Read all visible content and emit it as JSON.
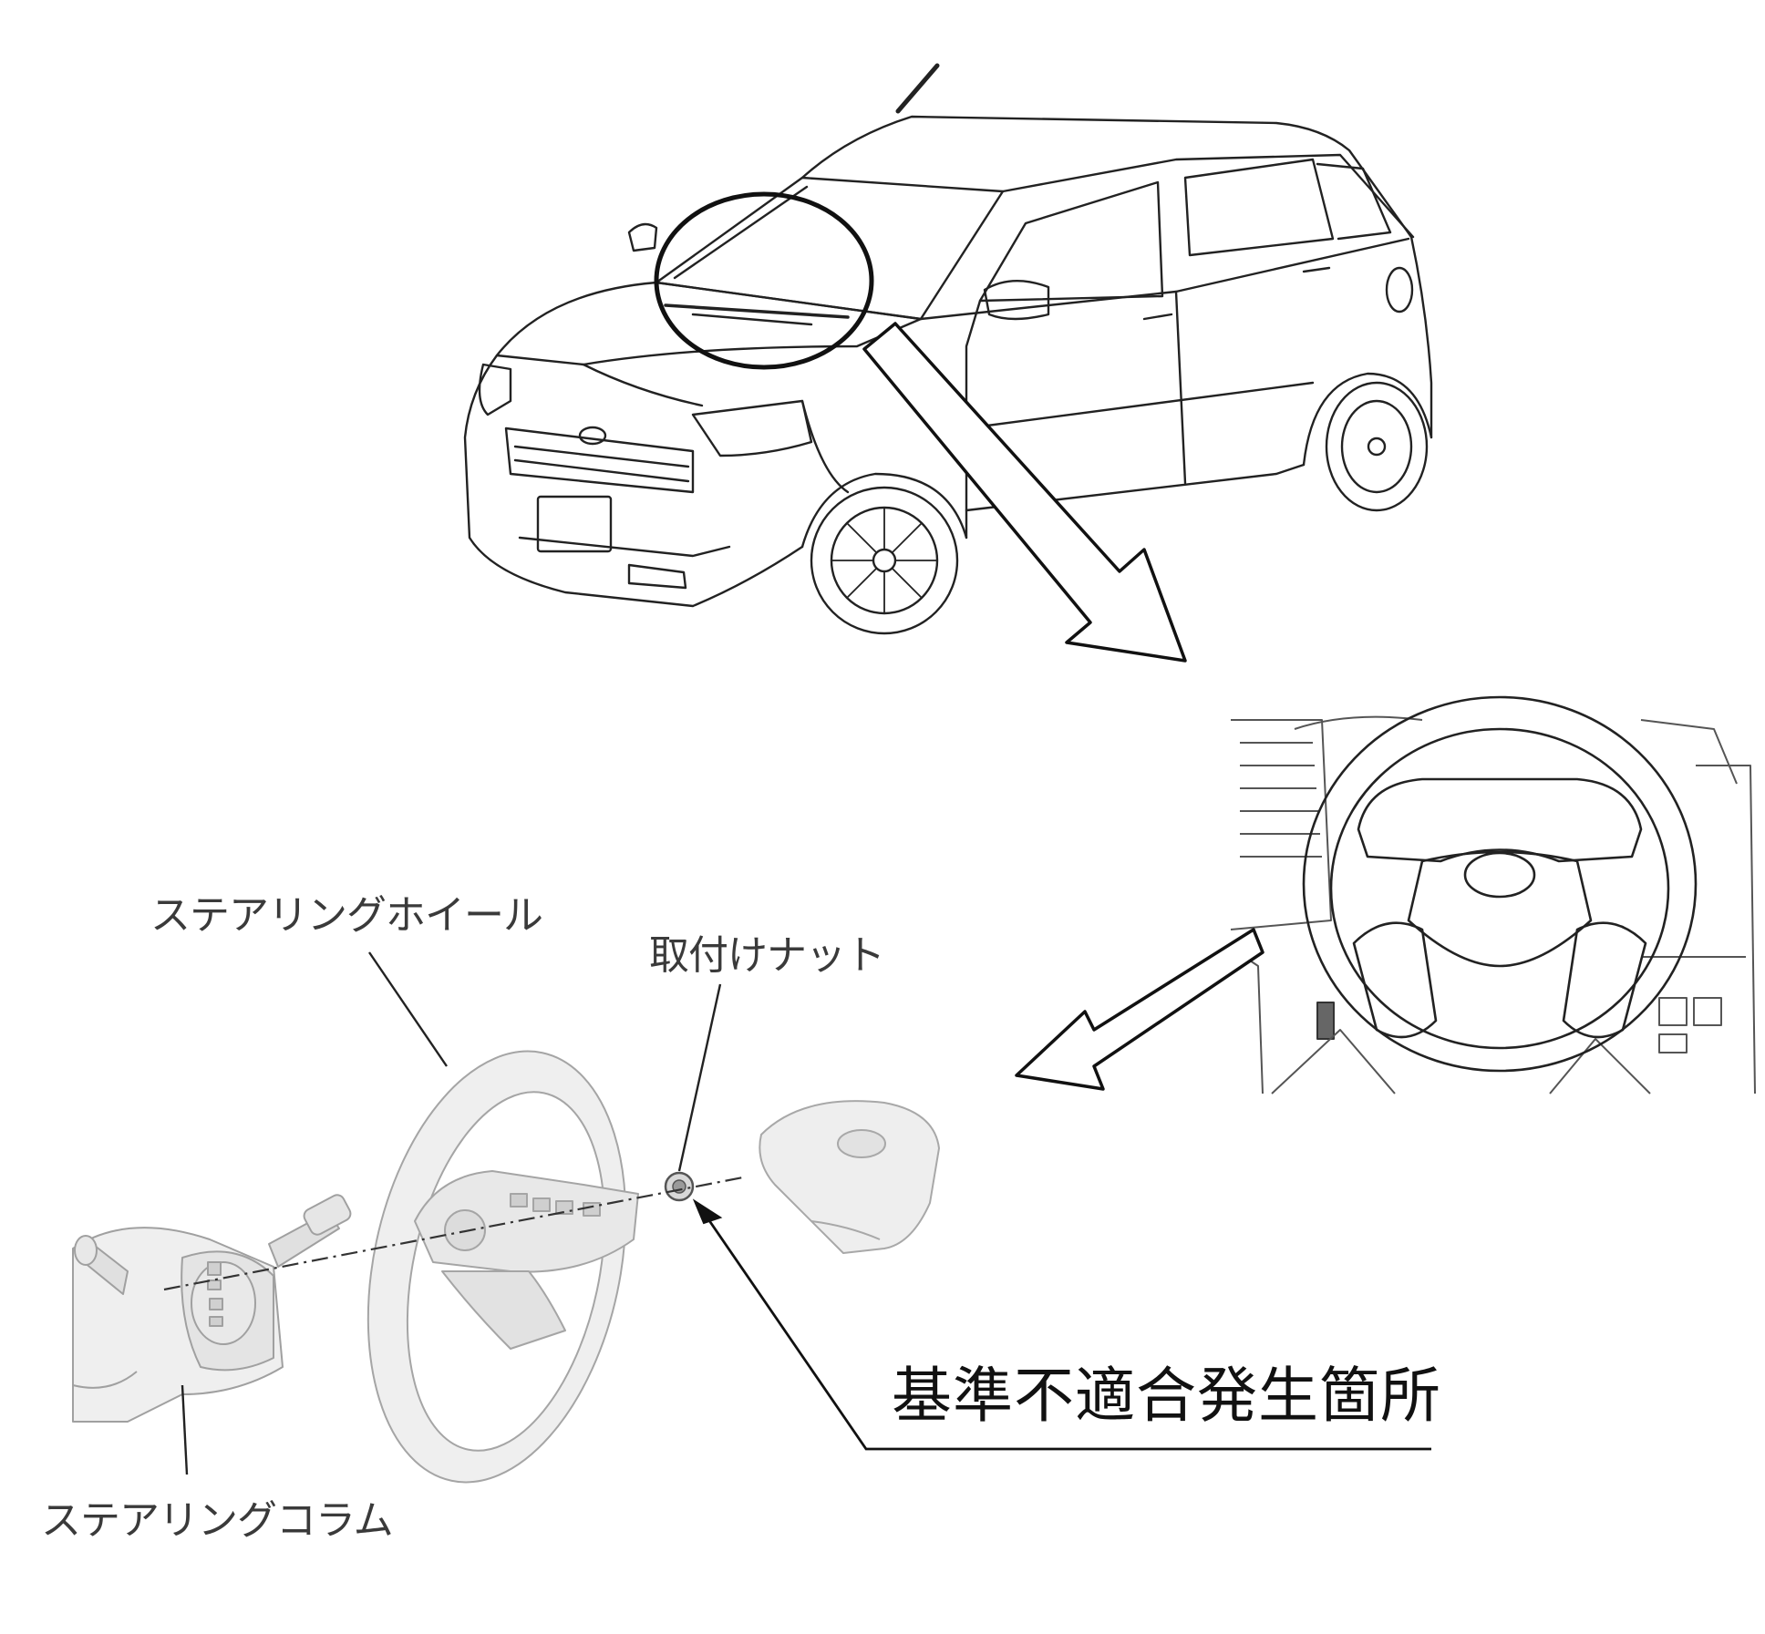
{
  "labels": {
    "steering_wheel": "ステアリングホイール",
    "mounting_nut": "取付けナット",
    "steering_column": "ステアリングコラム",
    "defect_location": "基準不適合発生箇所"
  },
  "colors": {
    "line": "#111111",
    "fill_light": "#f0f0f0",
    "fill_mid": "#e2e2e2",
    "stroke_light": "#9a9a9a"
  }
}
